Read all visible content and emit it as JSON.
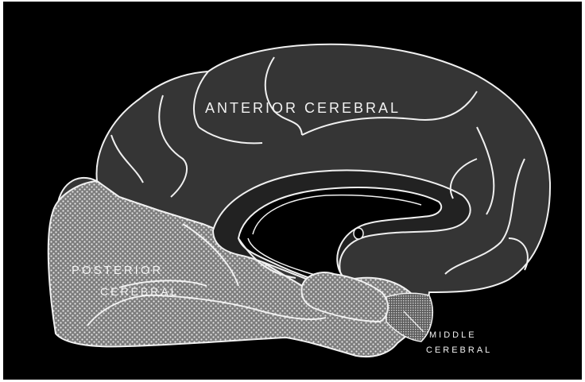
{
  "labels": {
    "anterior": "ANTERIOR CEREBRAL",
    "posterior_line1": "POSTERIOR",
    "posterior_line2": "CEREBRAL",
    "middle_line1": "MIDDLE",
    "middle_line2": "CEREBRAL"
  },
  "colors": {
    "background": "#000000",
    "anterior_region": "#363636",
    "posterior_region": "#8a8a8a",
    "outline": "#f0f0f0",
    "ventricle": "#000000"
  }
}
